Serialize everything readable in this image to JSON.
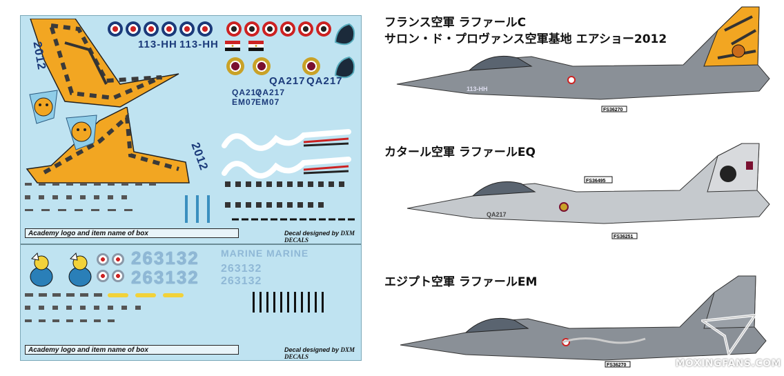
{
  "decal_sheet": {
    "top_tail_year_1": "2012",
    "top_tail_year_2": "2012",
    "reg_france_1": "113-HH",
    "reg_france_2": "113-HH",
    "reg_qatar_1": "QA217",
    "reg_qatar_2": "QA217",
    "small_qatar_1": "QA217",
    "small_qatar_2": "QA217",
    "small_egypt_1": "EM07",
    "small_egypt_2": "EM07",
    "box_label_top": "Academy logo and item name of box",
    "box_label_bottom": "Academy logo and item name of box",
    "credit_top": "Decal designed by",
    "credit_top_brand": "DXM DECALS",
    "credit_bottom": "Decal designed by",
    "credit_bottom_brand": "DXM DECALS",
    "marine_1": "MARINE",
    "marine_2": "MARINE",
    "big_serial_1": "263132",
    "big_serial_2": "263132",
    "small_serial_1": "263132",
    "small_serial_2": "263132"
  },
  "profiles": [
    {
      "title_line_1": "フランス空軍 ラファールC",
      "title_line_2": "サロン・ド・プロヴァンス空軍基地 エアショー2012",
      "fs_code": "FS36270",
      "fuselage_code": "113-HH"
    },
    {
      "title_line_1": "カタール空軍 ラファールEQ",
      "fs_code_upper": "FS36495",
      "fs_code": "FS36251",
      "fuselage_code": "QA217"
    },
    {
      "title_line_1": "エジプト空軍 ラファールEM",
      "fs_code": "FS36270"
    }
  ],
  "watermark": "MOXINGFANS.COM",
  "colors": {
    "sheet_bg": "#bfe3f1",
    "tiger_orange": "#f2a622",
    "plane_grey": "#8a9097",
    "roundel_red": "#c22222",
    "roundel_blue": "#1b3a7a"
  }
}
